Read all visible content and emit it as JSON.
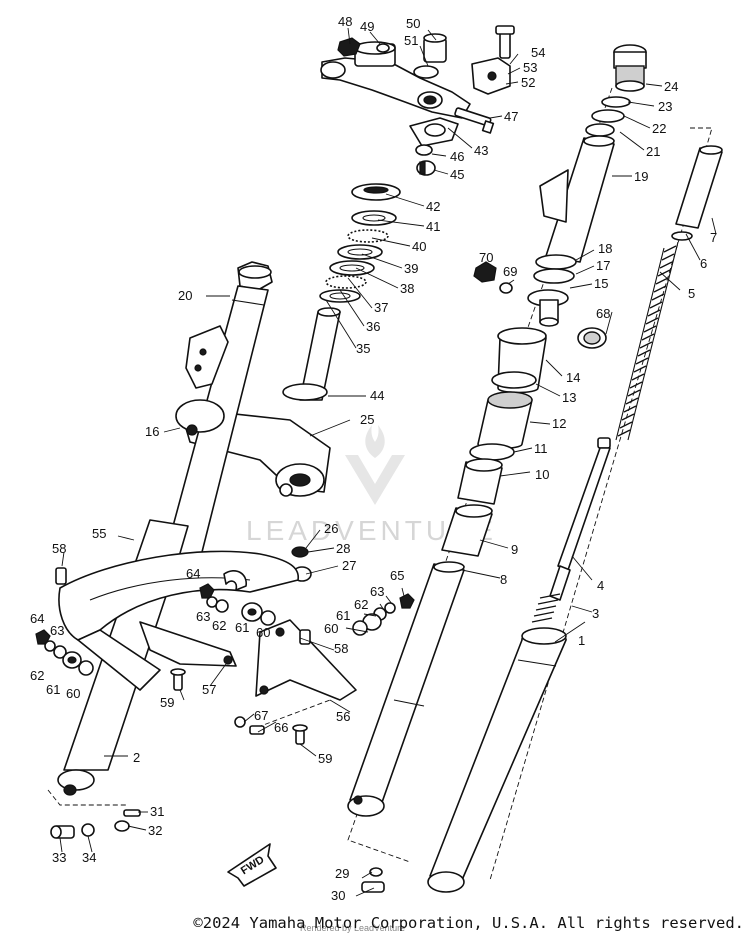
{
  "copyright": "©2024 Yamaha Motor Corporation, U.S.A. All rights reserved.",
  "watermark": "LEADVENTURE",
  "footer_credit": "Rendered by LeadVenture",
  "fwd_label": "FWD",
  "callouts": {
    "p1": "1",
    "p2": "2",
    "p3": "3",
    "p4": "4",
    "p5": "5",
    "p6": "6",
    "p7": "7",
    "p8": "8",
    "p9": "9",
    "p10": "10",
    "p11": "11",
    "p12": "12",
    "p13": "13",
    "p14": "14",
    "p15": "15",
    "p16": "16",
    "p17": "17",
    "p18": "18",
    "p19": "19",
    "p20": "20",
    "p21": "21",
    "p22": "22",
    "p23": "23",
    "p24": "24",
    "p25": "25",
    "p26": "26",
    "p27": "27",
    "p28": "28",
    "p29": "29",
    "p30": "30",
    "p31": "31",
    "p32": "32",
    "p33": "33",
    "p34": "34",
    "p35": "35",
    "p36": "36",
    "p37": "37",
    "p38": "38",
    "p39": "39",
    "p40": "40",
    "p41": "41",
    "p42": "42",
    "p43": "43",
    "p44": "44",
    "p45": "45",
    "p46": "46",
    "p47": "47",
    "p48": "48",
    "p49": "49",
    "p50": "50",
    "p51": "51",
    "p52": "52",
    "p53": "53",
    "p54": "54",
    "p55": "55",
    "p56": "56",
    "p57": "57",
    "p58": "58",
    "p59": "59",
    "p60": "60",
    "p61": "61",
    "p62": "62",
    "p63": "63",
    "p64": "64",
    "p65": "65",
    "p66": "66",
    "p67": "67",
    "p68": "68",
    "p69": "69",
    "p70": "70"
  }
}
